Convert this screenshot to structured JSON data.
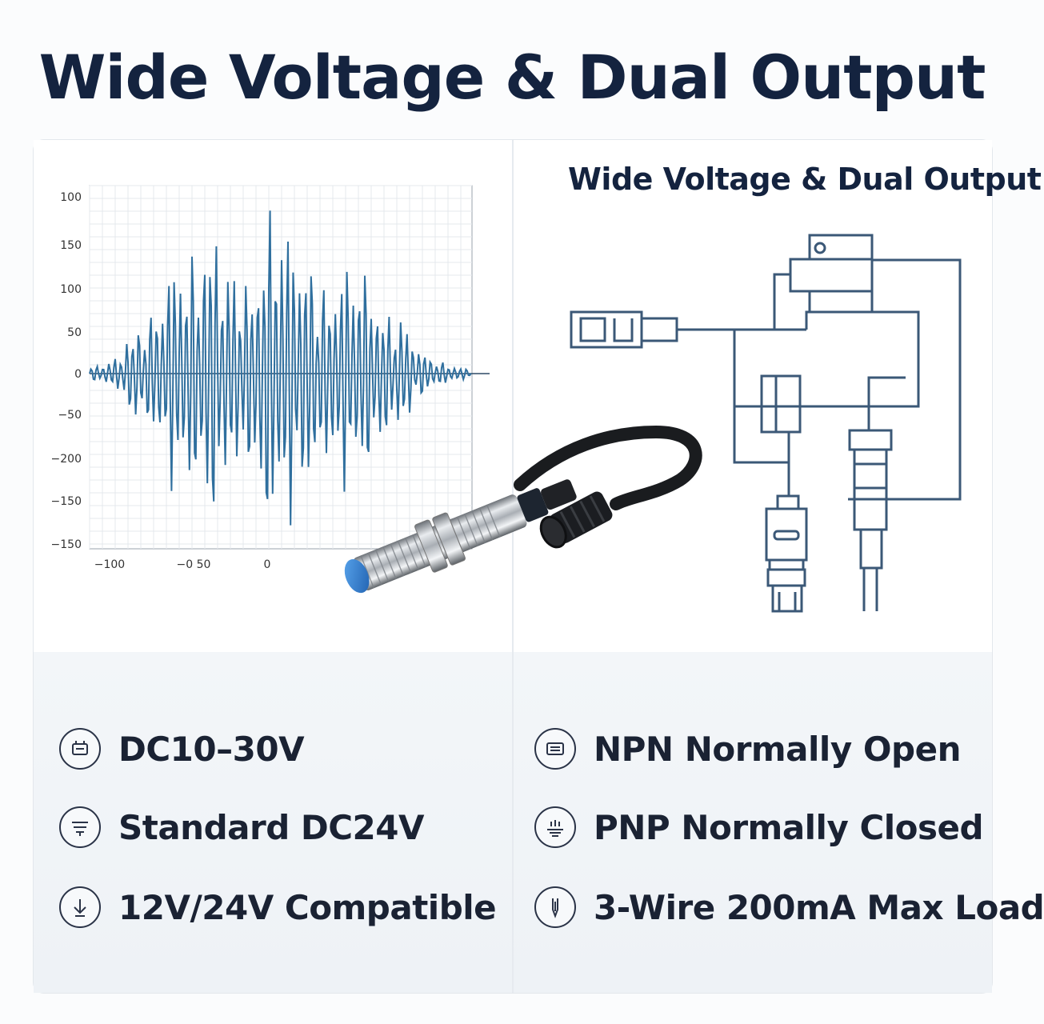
{
  "title": "Wide Voltage & Dual Output",
  "diagram_title": "Wide Voltage & Dual Output",
  "colors": {
    "title": "#14233f",
    "waveform": "#2f6f9e",
    "diagram_lines": "#3b5877",
    "sensor_cap": "#2a7fd4"
  },
  "chart_data": {
    "type": "line",
    "title": "",
    "xlabel": "",
    "ylabel": "",
    "y_tick_labels": [
      "100",
      "150",
      "100",
      "50",
      "0",
      "−50",
      "−200",
      "−150",
      "−150"
    ],
    "x_tick_labels": [
      "−100",
      "−0 50",
      "0"
    ],
    "series": [
      {
        "values_description_free": true,
        "peaks": [
          {
            "x": -100,
            "y": 5
          },
          {
            "x": -90,
            "y": -10
          },
          {
            "x": -80,
            "y": 20
          },
          {
            "x": -70,
            "y": -60
          },
          {
            "x": -60,
            "y": 85
          },
          {
            "x": -50,
            "y": -150
          },
          {
            "x": -40,
            "y": 160
          },
          {
            "x": -30,
            "y": -200
          },
          {
            "x": -20,
            "y": 140
          },
          {
            "x": -10,
            "y": -130
          },
          {
            "x": 0,
            "y": 220
          },
          {
            "x": 10,
            "y": -200
          },
          {
            "x": 20,
            "y": 160
          },
          {
            "x": 30,
            "y": -120
          },
          {
            "x": 40,
            "y": 150
          },
          {
            "x": 50,
            "y": -140
          },
          {
            "x": 60,
            "y": 90
          },
          {
            "x": 70,
            "y": -70
          },
          {
            "x": 80,
            "y": 30
          },
          {
            "x": 90,
            "y": -15
          },
          {
            "x": 100,
            "y": 8
          }
        ]
      }
    ]
  },
  "features_left": [
    {
      "label": "DC10–30V",
      "icon": "power-supply-icon"
    },
    {
      "label": "Standard DC24V",
      "icon": "filter-icon"
    },
    {
      "label": "12V/24V Compatible",
      "icon": "download-arrow-icon"
    }
  ],
  "features_right": [
    {
      "label": "NPN Normally Open",
      "icon": "connector-icon"
    },
    {
      "label": "PNP Normally Closed",
      "icon": "ground-icon"
    },
    {
      "label": "3-Wire 200mA Max Load",
      "icon": "probe-icon"
    }
  ]
}
